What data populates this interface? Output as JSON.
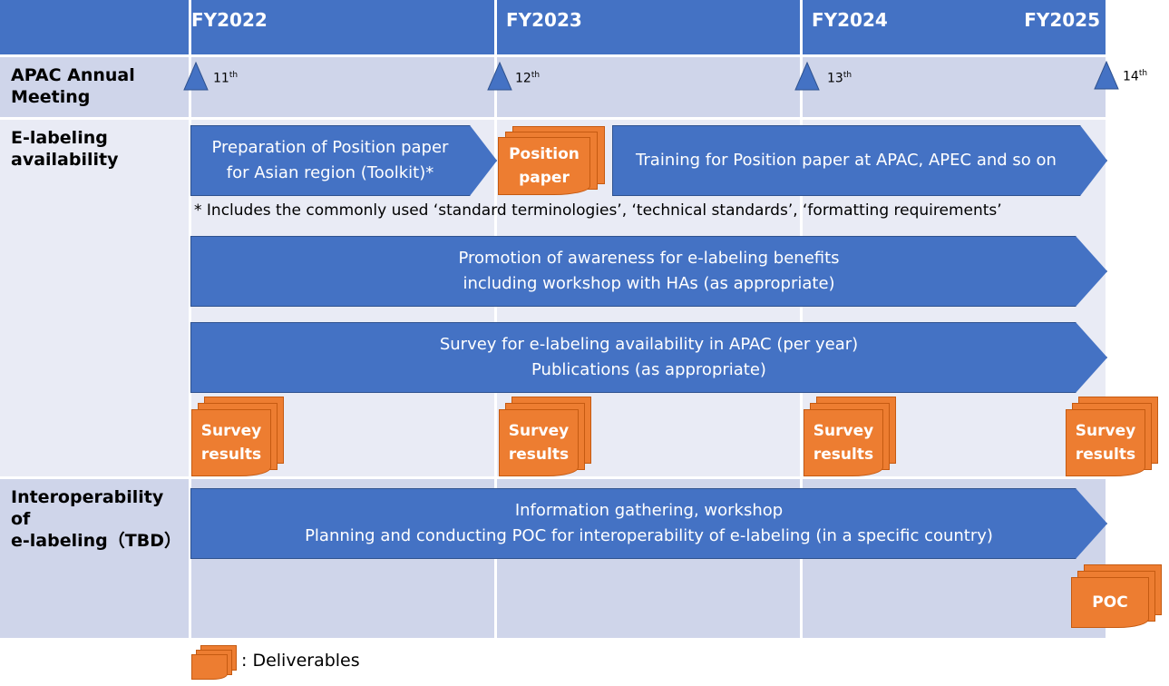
{
  "header": {
    "years": [
      "FY2022",
      "FY2023",
      "FY2024",
      "FY2025"
    ]
  },
  "rows": {
    "meeting": {
      "label_line1": "APAC Annual",
      "label_line2": "Meeting"
    },
    "availability": {
      "label_line1": "E-labeling",
      "label_line2": "availability"
    },
    "interop": {
      "label_line1": "Interoperability of",
      "label_line2": "e-labeling（TBD）"
    }
  },
  "meetings": [
    {
      "num": "11",
      "sup": "th"
    },
    {
      "num": "12",
      "sup": "th"
    },
    {
      "num": "13",
      "sup": "th"
    },
    {
      "num": "14",
      "sup": "th"
    }
  ],
  "arrows": {
    "prep": {
      "line1": "Preparation of Position paper",
      "line2": "for Asian region (Toolkit)*"
    },
    "training": {
      "line1": "Training for Position paper at APAC, APEC and so on"
    },
    "promotion": {
      "line1": "Promotion of awareness for e-labeling benefits",
      "line2": "including workshop with HAs (as appropriate)"
    },
    "survey": {
      "line1": "Survey for e-labeling availability in APAC (per year)",
      "line2": "Publications (as appropriate)"
    },
    "info": {
      "line1": "Information gathering, workshop",
      "line2": "Planning and conducting POC for interoperability of e-labeling (in a specific country)"
    }
  },
  "note": "* Includes the commonly used ‘standard terminologies’, ‘technical standards’, ‘formatting requirements’",
  "deliverables": {
    "position": {
      "line1": "Position",
      "line2": "paper"
    },
    "survey": {
      "line1": "Survey",
      "line2": "results"
    },
    "poc": {
      "line1": "POC"
    }
  },
  "legend": {
    "label": ": Deliverables"
  },
  "colors": {
    "blue": "#4472C4",
    "orange": "#ED7D31",
    "row_dark": "#CFD5EA",
    "row_light": "#E9EBF5"
  }
}
